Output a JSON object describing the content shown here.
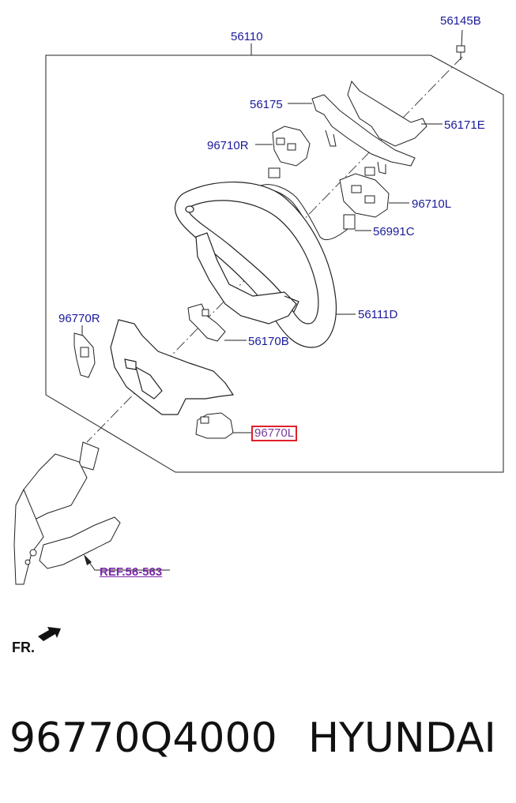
{
  "labels": {
    "p56110": "56110",
    "p56145B": "56145B",
    "p56175": "56175",
    "p56171E": "56171E",
    "p96710R": "96710R",
    "p96710L": "96710L",
    "p56991C": "56991C",
    "p96770R": "96770R",
    "p56111D": "56111D",
    "p56170B": "56170B",
    "p96770L": "96770L",
    "ref": "REF.56-563",
    "front": "FR."
  },
  "footer": {
    "part_number": "96770Q4000",
    "brand": "HYUNDAI"
  },
  "colors": {
    "callout_text": "#1a1a9a",
    "highlight_border": "#e0202a",
    "ref_text": "#7a2aaa",
    "line": "#222222"
  }
}
